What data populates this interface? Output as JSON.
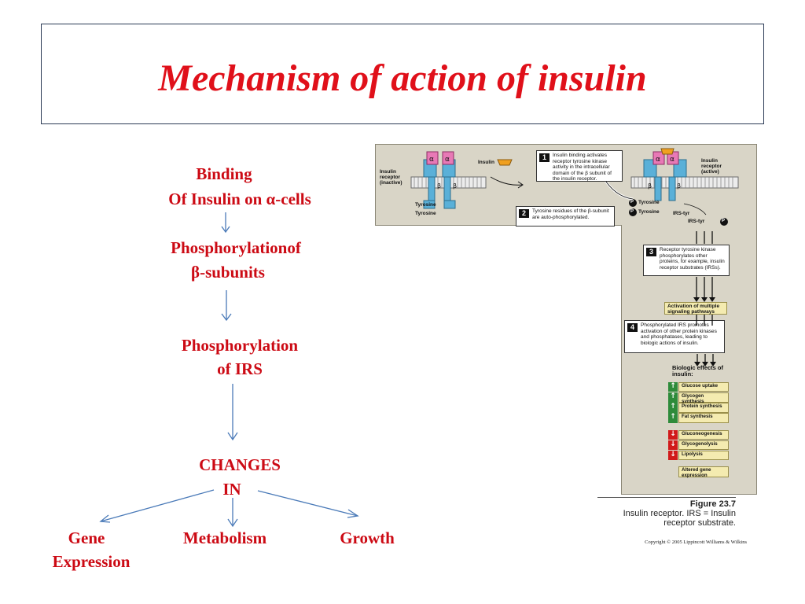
{
  "title": "Mechanism of action of insulin",
  "flow": {
    "step1_line1": "Binding",
    "step1_line2": "Of Insulin on α-cells",
    "step2_line1": "Phosphorylationof",
    "step2_line2": "β-subunits",
    "step3_line1": "Phosphorylation",
    "step3_line2": "of IRS",
    "step4_line1": "CHANGES",
    "step4_line2": "IN",
    "outcome_gene_line1": "Gene",
    "outcome_gene_line2": "Expression",
    "outcome_metabolism": "Metabolism",
    "outcome_growth": "Growth"
  },
  "figure": {
    "receptor_inactive": "Insulin receptor (inactive)",
    "receptor_active": "Insulin receptor (active)",
    "insulin_label": "Insulin",
    "tyrosine": "Tyrosine",
    "p_tyrosine": "Tyrosine",
    "irs_tyr": "IRS-tyr",
    "irs_tyr_p": "IRS-tyr",
    "p": "P",
    "alpha": "α",
    "beta": "β",
    "callout1_num": "1",
    "callout1_text": "Insulin binding activates receptor tyrosine kinase activity in the intracellular domain of the β subunit of the insulin receptor.",
    "callout2_num": "2",
    "callout2_text": "Tyrosine residues of the β-subunit are auto-phosphorylated.",
    "callout3_num": "3",
    "callout3_text": "Receptor tyrosine kinase phosphorylates other proteins, for example, insulin receptor substrates (IRSs).",
    "callout4_num": "4",
    "callout4_text": "Phosphorylated IRS promotes activation of other protein kinases and phosphatases, leading to biologic actions of insulin.",
    "activation_box": "Activation of multiple signaling pathways",
    "biologic_effects": "Biologic effects of insulin:",
    "effects_up": [
      "Glucose uptake",
      "Glycogen synthesis",
      "Protein synthesis",
      "Fat synthesis"
    ],
    "effects_down": [
      "Gluconeogenesis",
      "Glycogenolysis",
      "Lipolysis"
    ],
    "altered_gene": "Altered gene expression",
    "figure_number": "Figure 23.7",
    "caption_line1": "Insulin receptor. IRS = Insulin",
    "caption_line2": "receptor substrate.",
    "copyright": "Copyright © 2005 Lippincott Williams & Wilkins"
  },
  "colors": {
    "title_red": "#e0101a",
    "flow_red": "#cc0a14",
    "arrow_blue": "#4a7ab8",
    "figure_bg": "#d9d5c7",
    "up_green": "#2e8b3a",
    "down_red": "#d11a1a"
  },
  "icons": {
    "up": "arrow-up-icon",
    "down": "arrow-down-icon"
  }
}
